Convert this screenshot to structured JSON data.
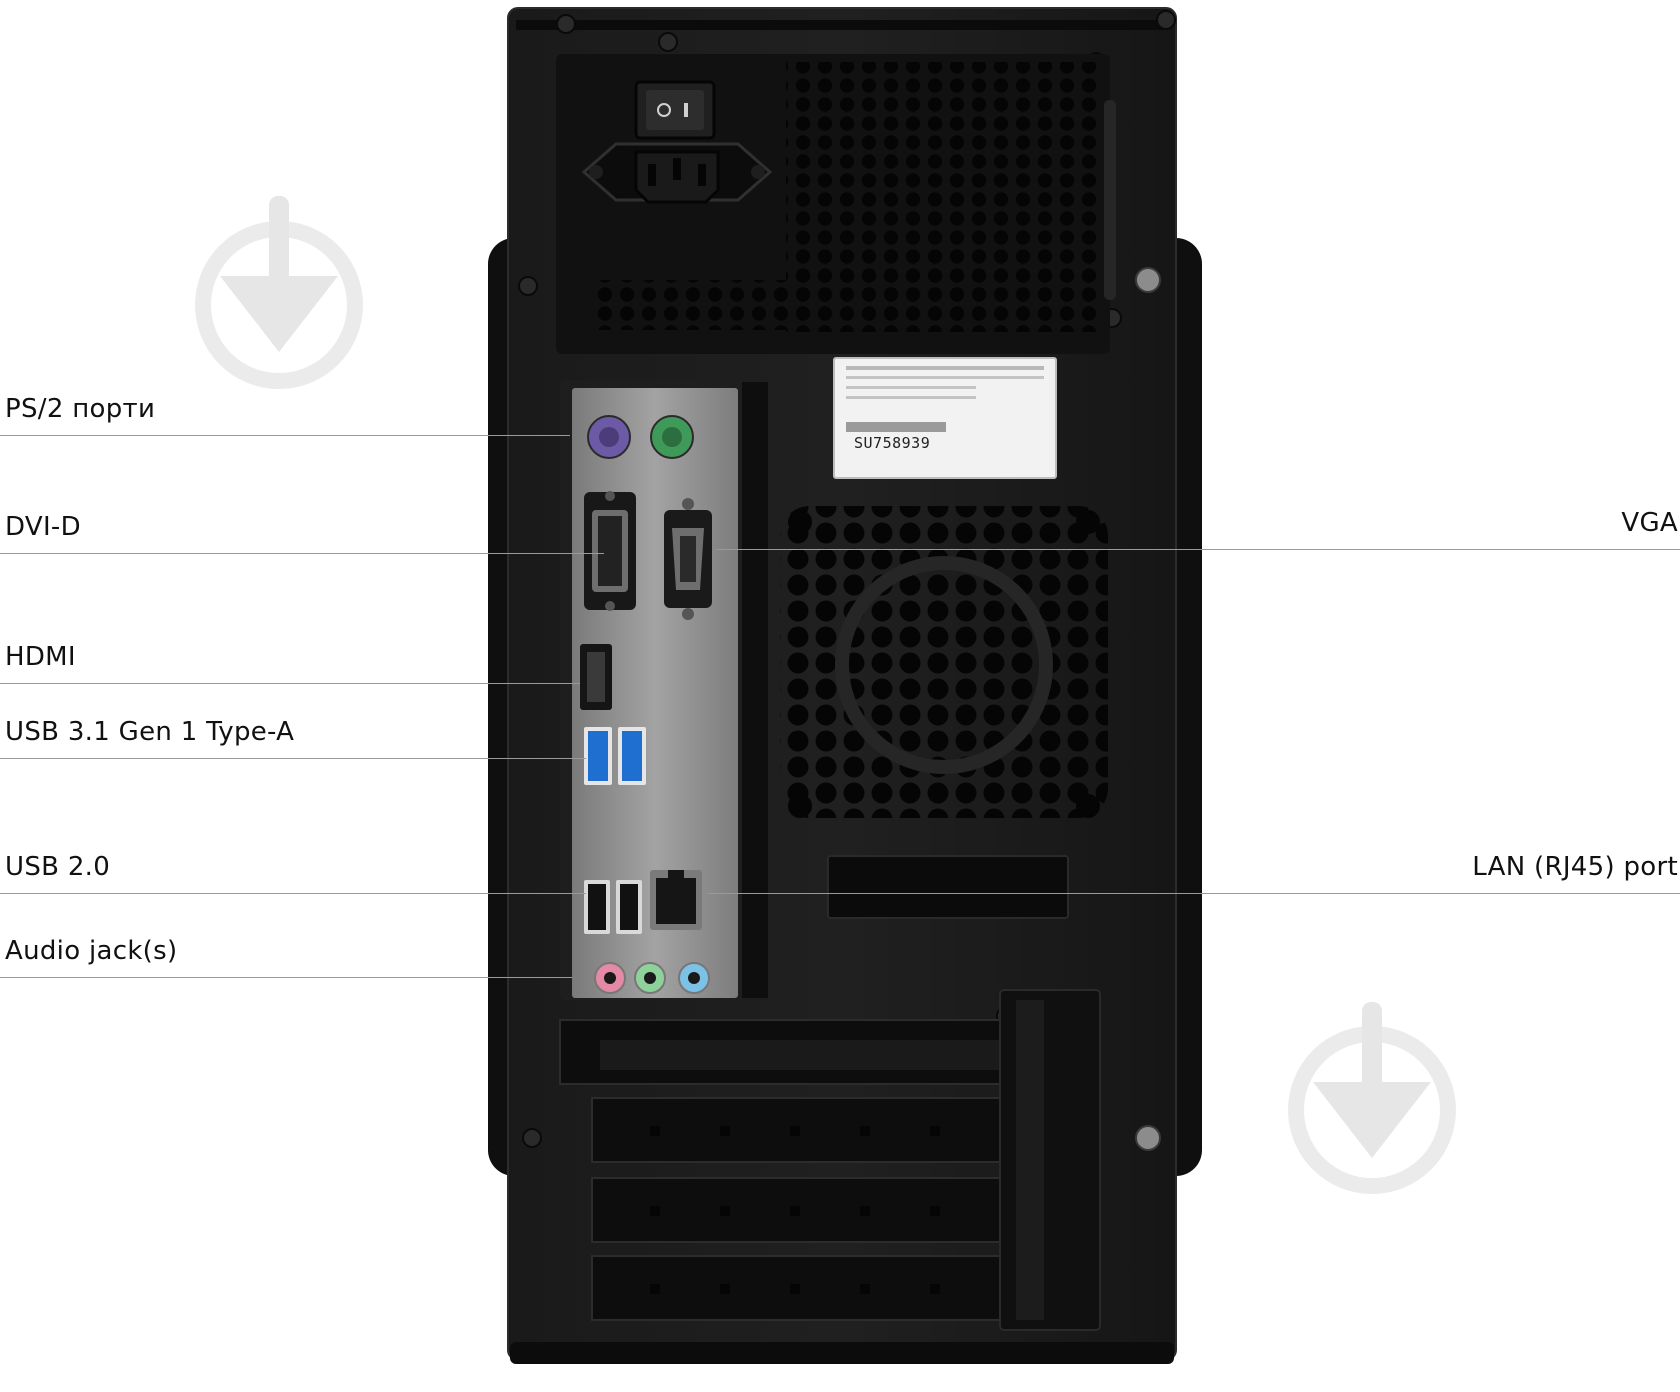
{
  "callouts": {
    "ps2": "PS/2 порти",
    "dvi": "DVI-D",
    "hdmi": "HDMI",
    "usb3": "USB 3.1 Gen 1 Type-A",
    "usb2": "USB 2.0",
    "audio": "Audio jack(s)",
    "vga": "VGA",
    "lan": "LAN (RJ45) port"
  },
  "sticker": {
    "serial": "SU758939"
  },
  "colors": {
    "background": "#ffffff",
    "case": "#141414",
    "io_shield": "#8f8f8f",
    "ps2_mouse": "#3f9a5a",
    "ps2_keyboard": "#6d5aa6",
    "usb3_blue": "#1f6fd1",
    "audio_pink": "#e58aa6",
    "audio_green": "#8fd19a",
    "audio_blue": "#7cc2e6",
    "watermark": "#e8e8e8"
  }
}
